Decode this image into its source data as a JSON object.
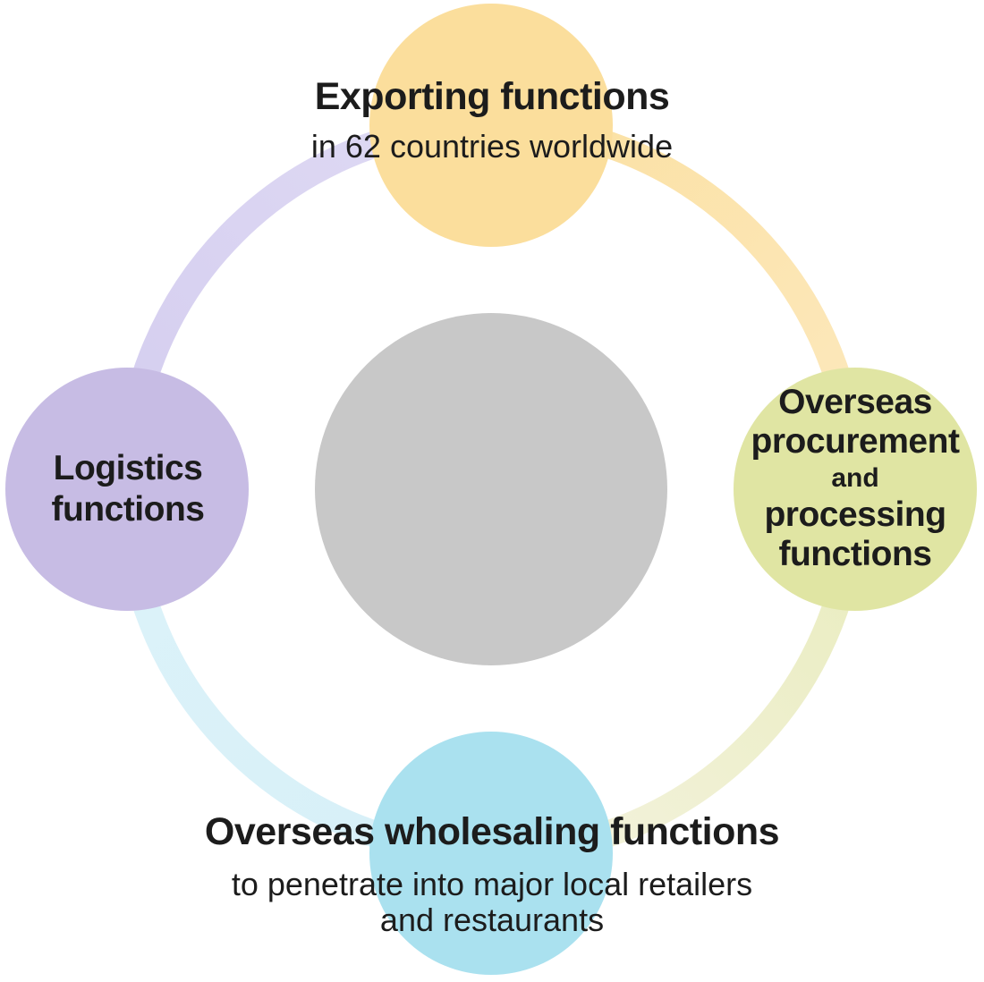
{
  "diagram": {
    "text_color": "#1C1C1C",
    "background": "#FFFFFF",
    "center_circle": {
      "color": "#C8C8C8"
    },
    "ring": {
      "nw_from": "#D4CDEF",
      "nw_to": "#DFDAF4",
      "ne_from": "#FBE0A2",
      "ne_to": "#FCE9BE",
      "se_from": "#E9ECBE",
      "se_to": "#F4F3DF",
      "sw_from": "#D7F0F8",
      "sw_to": "#DCF2F9"
    },
    "nodes": {
      "top": {
        "color": "#FBDE9C",
        "title": "Exporting functions",
        "subtitle": "in 62 countries worldwide"
      },
      "right": {
        "color": "#E0E5A3",
        "line1": "Overseas",
        "line2": "procurement",
        "line3": "and",
        "line4": "processing",
        "line5": "functions"
      },
      "bottom": {
        "color": "#AAE1EF",
        "title": "Overseas wholesaling functions",
        "subtitle_line1": "to penetrate into major local retailers",
        "subtitle_line2": "and restaurants"
      },
      "left": {
        "color": "#C7BCE4",
        "line1": "Logistics",
        "line2": "functions"
      }
    }
  }
}
